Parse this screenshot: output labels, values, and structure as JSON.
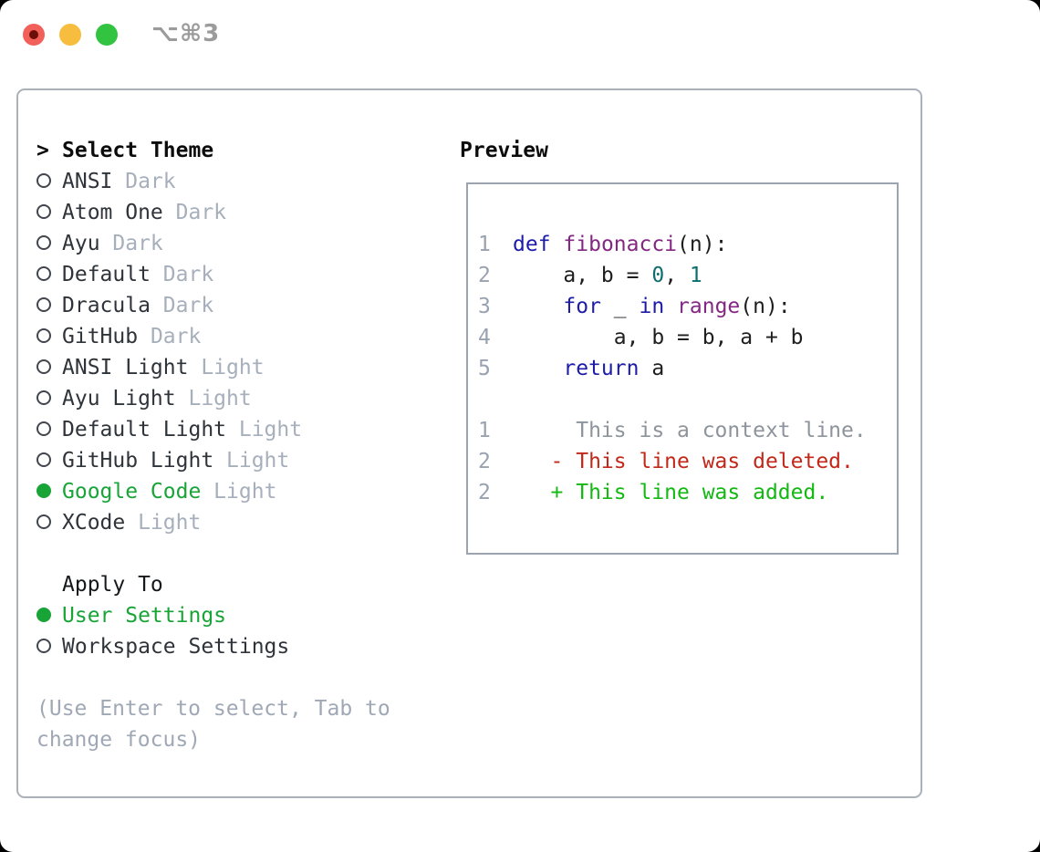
{
  "window": {
    "title": "⌥⌘3",
    "traffic_lights": {
      "close": "#f2605a",
      "close_dot": "#6b0f08",
      "minimize": "#f6bd3f",
      "zoom": "#32c440"
    }
  },
  "theme_panel": {
    "header": {
      "prefix": ">",
      "label": "Select Theme"
    },
    "themes": [
      {
        "name": "ANSI",
        "variant": "Dark",
        "selected": false
      },
      {
        "name": "Atom One",
        "variant": "Dark",
        "selected": false
      },
      {
        "name": "Ayu",
        "variant": "Dark",
        "selected": false
      },
      {
        "name": "Default",
        "variant": "Dark",
        "selected": false
      },
      {
        "name": "Dracula",
        "variant": "Dark",
        "selected": false
      },
      {
        "name": "GitHub",
        "variant": "Dark",
        "selected": false
      },
      {
        "name": "ANSI Light",
        "variant": "Light",
        "selected": false
      },
      {
        "name": "Ayu Light",
        "variant": "Light",
        "selected": false
      },
      {
        "name": "Default Light",
        "variant": "Light",
        "selected": false
      },
      {
        "name": "GitHub Light",
        "variant": "Light",
        "selected": false
      },
      {
        "name": "Google Code",
        "variant": "Light",
        "selected": true
      },
      {
        "name": "XCode",
        "variant": "Light",
        "selected": false
      }
    ],
    "apply_to": {
      "label": "Apply To",
      "options": [
        {
          "label": "User Settings",
          "selected": true
        },
        {
          "label": "Workspace Settings",
          "selected": false
        }
      ]
    },
    "help_line1": "(Use Enter to select, Tab to",
    "help_line2": "change focus)"
  },
  "preview": {
    "label": "Preview",
    "lines": [
      {
        "num": "1",
        "segs": [
          {
            "t": "def",
            "c": "kw"
          },
          {
            "t": " ",
            "c": "plain"
          },
          {
            "t": "fibonacci",
            "c": "fn"
          },
          {
            "t": "(n):",
            "c": "plain"
          }
        ]
      },
      {
        "num": "2",
        "segs": [
          {
            "t": "    a, b = ",
            "c": "plain"
          },
          {
            "t": "0",
            "c": "lit"
          },
          {
            "t": ", ",
            "c": "plain"
          },
          {
            "t": "1",
            "c": "lit"
          }
        ]
      },
      {
        "num": "3",
        "segs": [
          {
            "t": "    ",
            "c": "plain"
          },
          {
            "t": "for",
            "c": "kw"
          },
          {
            "t": " _ ",
            "c": "plain"
          },
          {
            "t": "in",
            "c": "kw"
          },
          {
            "t": " ",
            "c": "plain"
          },
          {
            "t": "range",
            "c": "fn"
          },
          {
            "t": "(n):",
            "c": "plain"
          }
        ]
      },
      {
        "num": "4",
        "segs": [
          {
            "t": "        a, b = b, a + b",
            "c": "plain"
          }
        ]
      },
      {
        "num": "5",
        "segs": [
          {
            "t": "    ",
            "c": "plain"
          },
          {
            "t": "return",
            "c": "kw"
          },
          {
            "t": " a",
            "c": "plain"
          }
        ]
      },
      {
        "num": "",
        "segs": []
      },
      {
        "num": "1",
        "segs": [
          {
            "t": "     This is a context line.",
            "c": "ctx"
          }
        ]
      },
      {
        "num": "2",
        "segs": [
          {
            "t": "   - This line was deleted.",
            "c": "del"
          }
        ]
      },
      {
        "num": "2",
        "segs": [
          {
            "t": "   + This line was added.",
            "c": "add"
          }
        ]
      }
    ]
  },
  "colors": {
    "selection_green": "#18a437",
    "added_green": "#13b813",
    "deleted_red": "#c2281a",
    "keyword_blue": "#1c1ca8",
    "function_purple": "#832783",
    "literal_teal": "#0e6e6e",
    "muted_gray": "#a6afbb",
    "line_number_gray": "#98a2b0",
    "panel_border": "#aab1bb"
  }
}
